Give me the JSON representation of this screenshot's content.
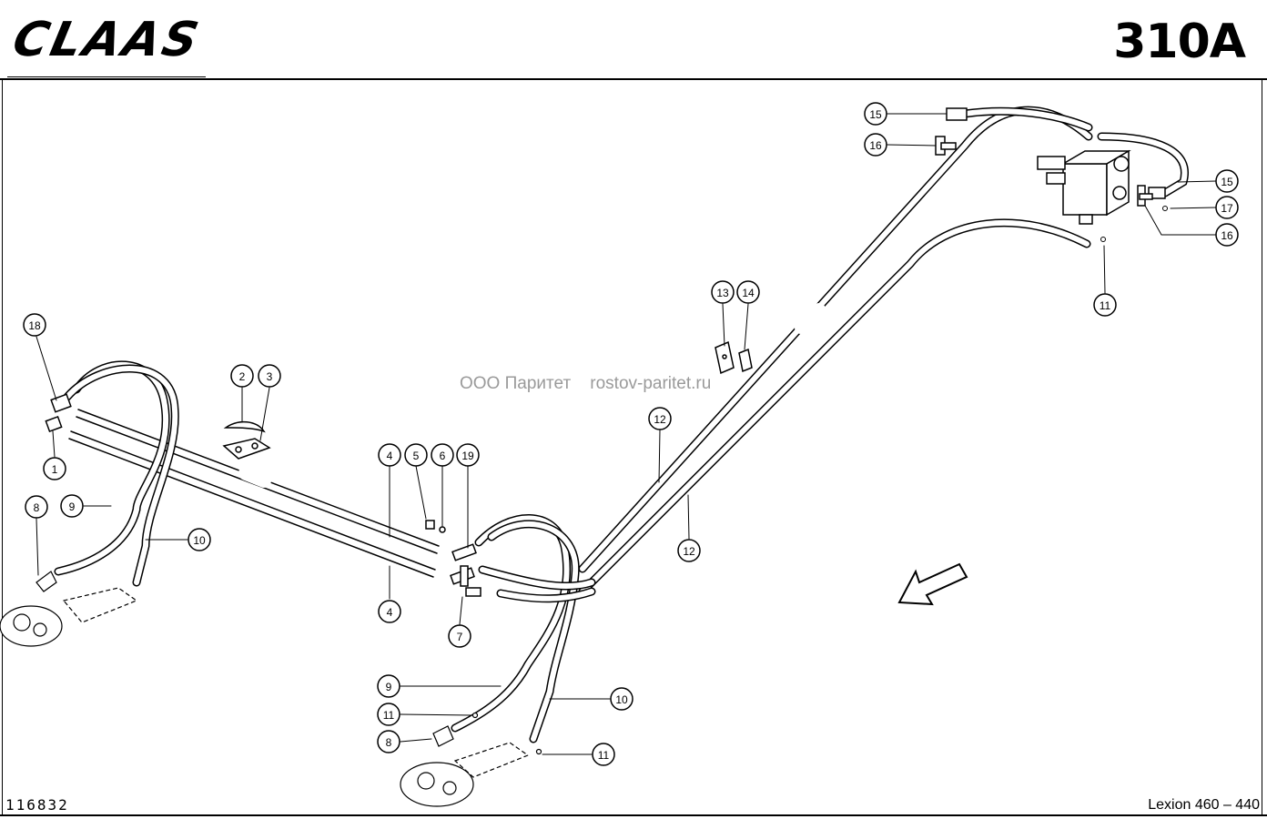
{
  "header": {
    "brand": "CLAAS",
    "sheet_number": "310A"
  },
  "footer": {
    "drawing_number": "116832",
    "model": "Lexion 460 – 440"
  },
  "watermark": {
    "company": "ООО Паритет",
    "site": "rostov-paritet.ru"
  },
  "callouts": [
    {
      "id": "c-15a",
      "label": "15"
    },
    {
      "id": "c-16a",
      "label": "16"
    },
    {
      "id": "c-15b",
      "label": "15"
    },
    {
      "id": "c-17",
      "label": "17"
    },
    {
      "id": "c-16b",
      "label": "16"
    },
    {
      "id": "c-11a",
      "label": "11"
    },
    {
      "id": "c-13",
      "label": "13"
    },
    {
      "id": "c-14",
      "label": "14"
    },
    {
      "id": "c-18",
      "label": "18"
    },
    {
      "id": "c-1",
      "label": "1"
    },
    {
      "id": "c-2",
      "label": "2"
    },
    {
      "id": "c-3",
      "label": "3"
    },
    {
      "id": "c-12a",
      "label": "12"
    },
    {
      "id": "c-12b",
      "label": "12"
    },
    {
      "id": "c-4a",
      "label": "4"
    },
    {
      "id": "c-5",
      "label": "5"
    },
    {
      "id": "c-6",
      "label": "6"
    },
    {
      "id": "c-19",
      "label": "19"
    },
    {
      "id": "c-4b",
      "label": "4"
    },
    {
      "id": "c-7",
      "label": "7"
    },
    {
      "id": "c-8a",
      "label": "8"
    },
    {
      "id": "c-9a",
      "label": "9"
    },
    {
      "id": "c-10a",
      "label": "10"
    },
    {
      "id": "c-9b",
      "label": "9"
    },
    {
      "id": "c-10b",
      "label": "10"
    },
    {
      "id": "c-11b",
      "label": "11"
    },
    {
      "id": "c-8b",
      "label": "8"
    },
    {
      "id": "c-11c",
      "label": "11"
    }
  ]
}
